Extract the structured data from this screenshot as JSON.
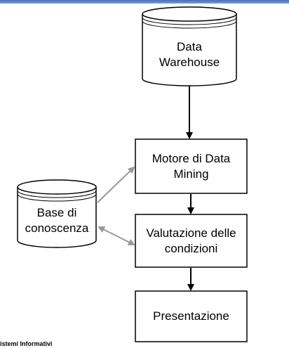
{
  "nodes": {
    "data_warehouse": "Data\nWarehouse",
    "data_mining_engine": "Motore di Data\nMining",
    "knowledge_base": "Base di\nconoscenza",
    "condition_evaluation": "Valutazione delle\ncondizioni",
    "presentation": "Presentazione"
  },
  "footer": {
    "text": "istemi Informativi"
  },
  "colors": {
    "primary_arrow": "#000000",
    "secondary_arrow": "#999999",
    "top_band": "#5b7fc0"
  }
}
